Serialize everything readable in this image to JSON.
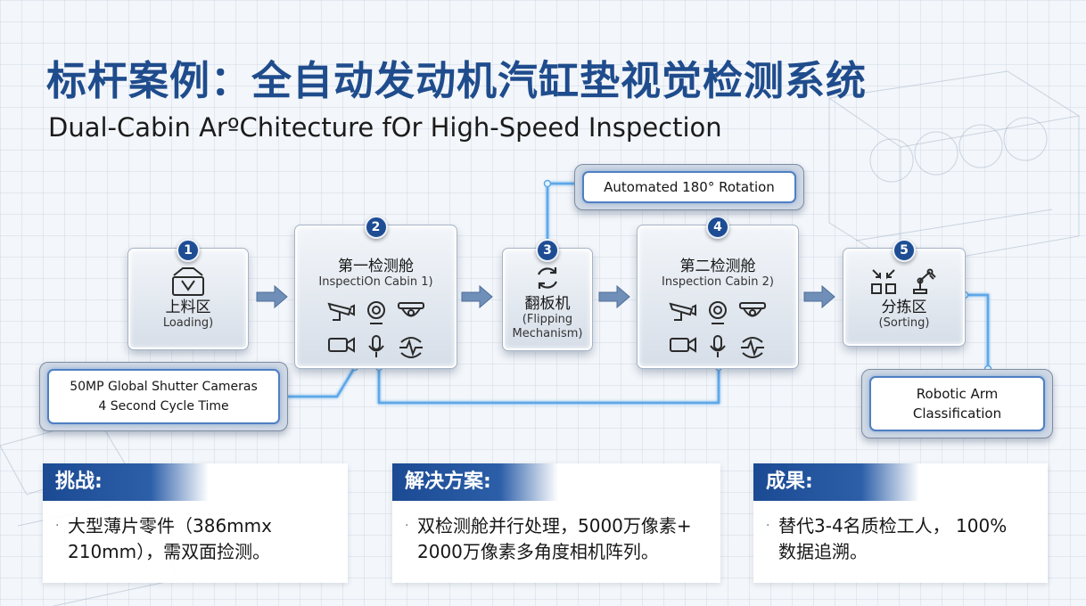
{
  "header": {
    "title": "标杆案例：全自动发动机汽缸垫视觉检测系统",
    "subtitle": "Dual-Cabin ArºChitecture fOr High-Speed  Inspection"
  },
  "flow": {
    "steps": [
      {
        "number": "1",
        "cn": "上料区",
        "en": "Loading)"
      },
      {
        "number": "2",
        "cn": "第一检测舱",
        "en": "InspectiOn Cabin 1)"
      },
      {
        "number": "3",
        "cn": "翻板机",
        "en": "(Flipping",
        "en2": "Mechanism)"
      },
      {
        "number": "4",
        "cn": "第二检测舱",
        "en": "Inspection Cabin 2)"
      },
      {
        "number": "5",
        "cn": "分拣区",
        "en": "(Sorting)"
      }
    ],
    "callouts": {
      "rotation": "Automated 180° Rotation",
      "cameras_line1": "50MP Global Shutter Cameras",
      "cameras_line2": "4 Second Cycle Time",
      "robot_line1": "Robotic Arm",
      "robot_line2": "Classification"
    }
  },
  "panels": [
    {
      "title": "挑战:",
      "line1": "大型薄片零件（386mmx",
      "line2": "210mm），需双面捡测。"
    },
    {
      "title": "解决方案:",
      "line1": "双检测舱并行处理，5000万像素+",
      "line2": "2000万像素多角度相机阵列。"
    },
    {
      "title": "成果:",
      "line1": "替代3-4名质检工人， 100%",
      "line2": "数据追溯。"
    }
  ],
  "colors": {
    "accent": "#1e4d94",
    "glow": "#5da8e8"
  },
  "icons": [
    "server-tray-icon",
    "cctv-camera-icon",
    "webcam-icon",
    "dome-camera-icon",
    "video-camera-icon",
    "microphone-icon",
    "sensor-icon",
    "rotate-arrows-icon",
    "sort-arrows-icon",
    "robot-arm-icon"
  ]
}
